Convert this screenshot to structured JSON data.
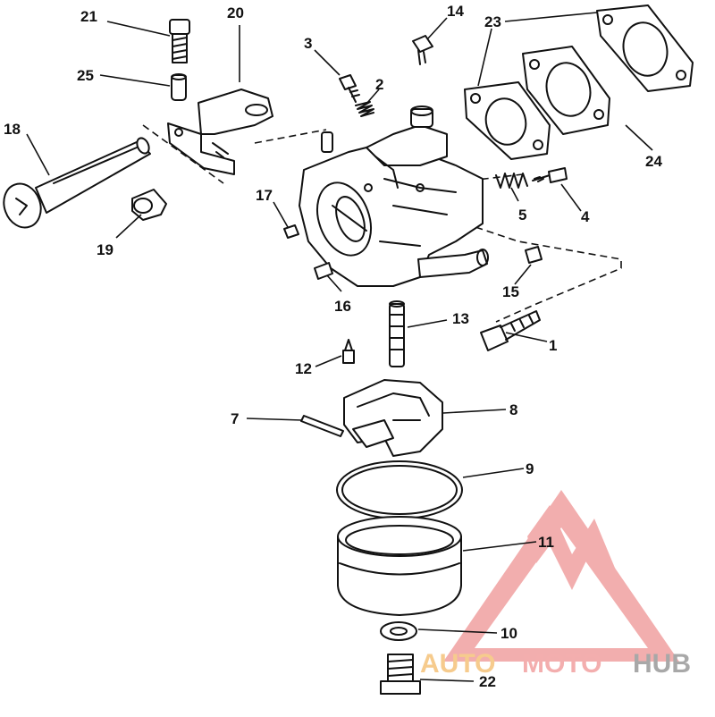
{
  "diagram": {
    "callouts": [
      "1",
      "2",
      "3",
      "4",
      "5",
      "7",
      "8",
      "9",
      "10",
      "11",
      "12",
      "13",
      "14",
      "15",
      "16",
      "17",
      "18",
      "19",
      "20",
      "21",
      "22",
      "23",
      "24",
      "25"
    ]
  },
  "watermark": {
    "text_a": "AUTO",
    "text_b": "MOTO",
    "text_c": "HUB",
    "colors": {
      "triangle": "#f0a0a0",
      "auto": "#f5c27a",
      "moto": "#f2a0a0",
      "hub": "#9a9a9a"
    }
  }
}
